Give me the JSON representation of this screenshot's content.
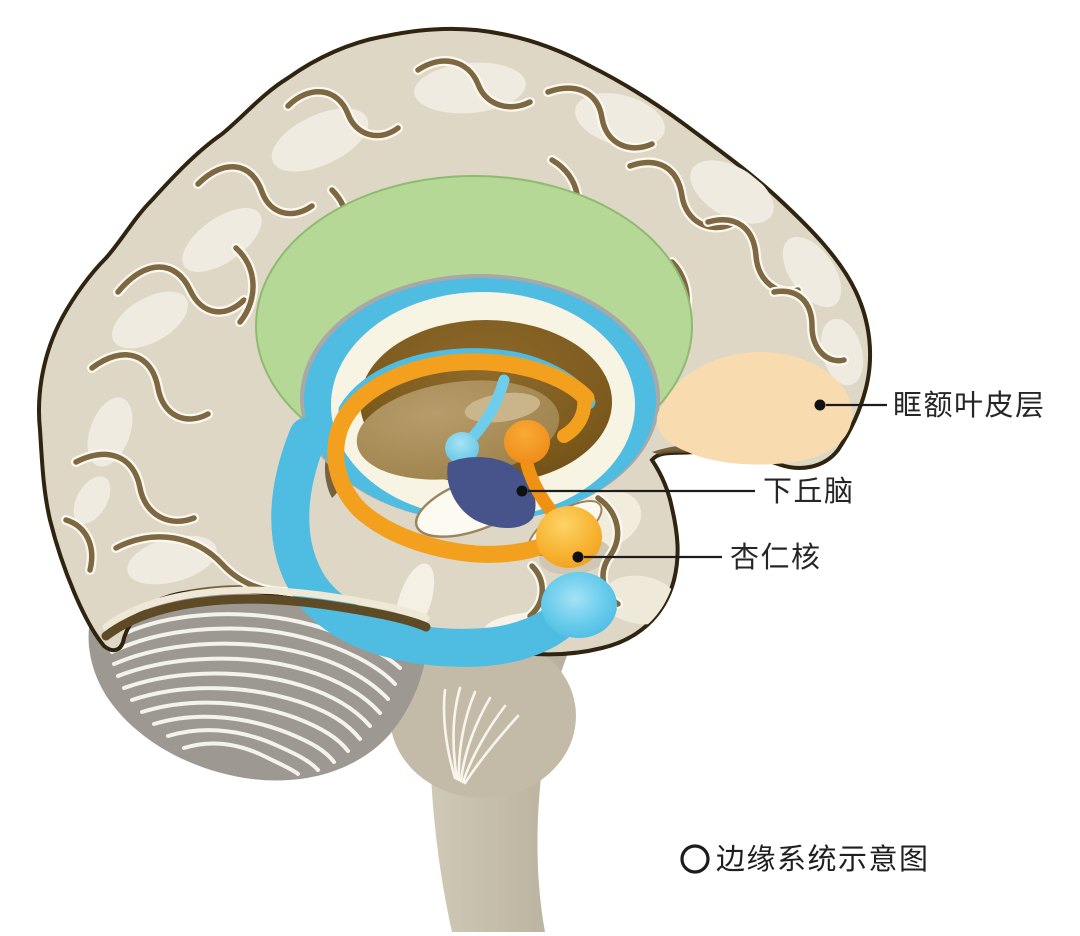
{
  "diagram": {
    "caption": {
      "marker": "circle-outline",
      "text": "边缘系统示意图"
    },
    "labels": [
      {
        "id": "orbitofrontal-cortex",
        "text": "眶额叶皮层"
      },
      {
        "id": "hypothalamus",
        "text": "下丘脑"
      },
      {
        "id": "amygdala",
        "text": "杏仁核"
      }
    ],
    "colors": {
      "background": "#ffffff",
      "cortex_base": "#ded7c6",
      "cortex_light": "#f0ebe0",
      "sulci": "#7d6841",
      "sulci_dark": "#6b5530",
      "outline": "#2f2410",
      "green_region": "#b5d897",
      "gray_sliver": "#a8a8a8",
      "blue_band": "#4fbce2",
      "blue_light": "#8edcf2",
      "cream_ring": "#f8f4e3",
      "inner_brown": "#7d5a1d",
      "thalamus_tan": "#a98e58",
      "tan_highlight": "#cdb98f",
      "hypothalamus_navy": "#47548c",
      "orange_band": "#f2a01d",
      "orange_deep": "#ef8b16",
      "amygdala_yellow": "#f6ac25",
      "amygdala_light": "#fbcf62",
      "orbitofrontal_peach": "#f8dcb0",
      "cerebellum_gray": "#9d9992",
      "cerebellum_stripe": "#f4f2ec",
      "brainstem_tan": "#c5beab",
      "tentorium_brown": "#5f4a26",
      "label_ink": "#262626"
    }
  }
}
